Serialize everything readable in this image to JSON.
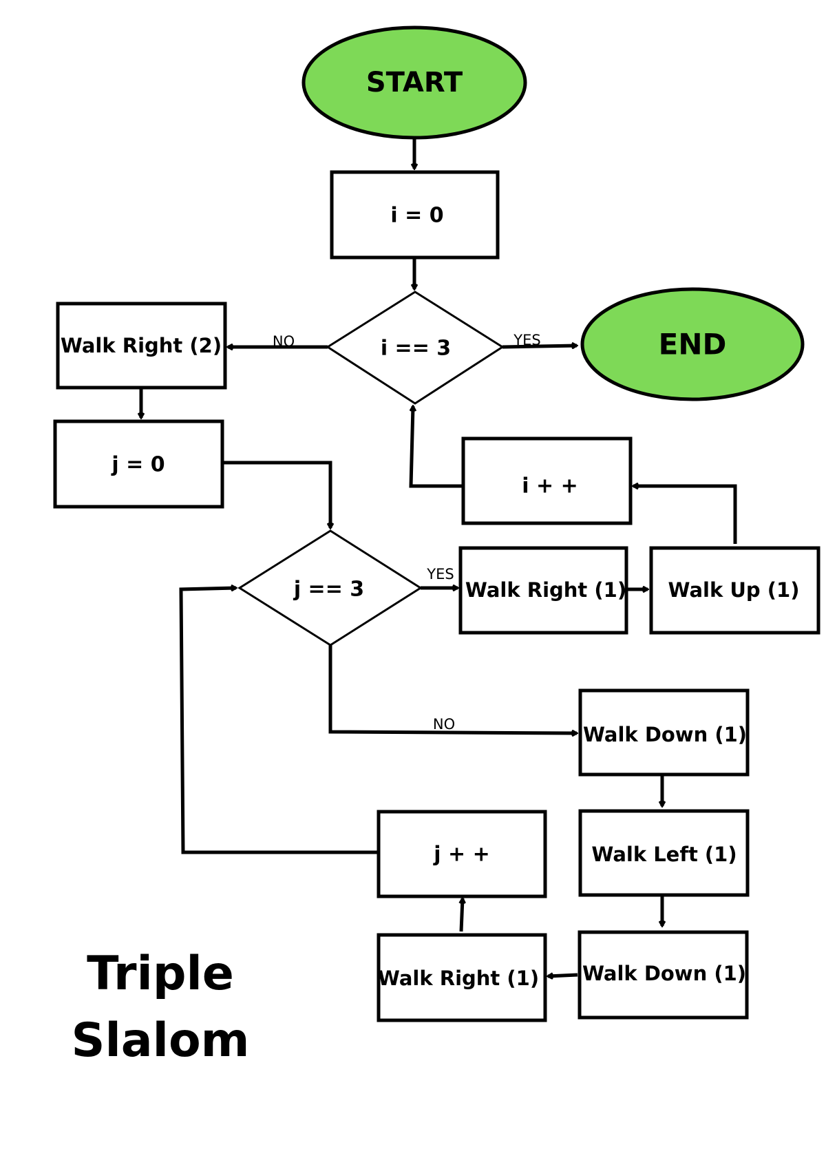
{
  "colors": {
    "terminal_fill": "#7ed957",
    "stroke": "#000000",
    "background": "#ffffff"
  },
  "title": {
    "line1": "Triple",
    "line2": "Slalom"
  },
  "nodes": {
    "start": "START",
    "end": "END",
    "init_i": "i = 0",
    "cond_i": "i == 3",
    "walk_right_2": "Walk Right (2)",
    "init_j": "j = 0",
    "cond_j": "j == 3",
    "inc_i": "i + +",
    "walk_right_1_top": "Walk Right (1)",
    "walk_up_1": "Walk Up (1)",
    "walk_down_1_a": "Walk Down (1)",
    "inc_j": "j + +",
    "walk_left_1": "Walk Left (1)",
    "walk_right_1_bottom": "Walk Right (1)",
    "walk_down_1_b": "Walk Down (1)"
  },
  "edge_labels": {
    "cond_i_no": "NO",
    "cond_i_yes": "YES",
    "cond_j_yes": "YES",
    "cond_j_no": "NO"
  }
}
